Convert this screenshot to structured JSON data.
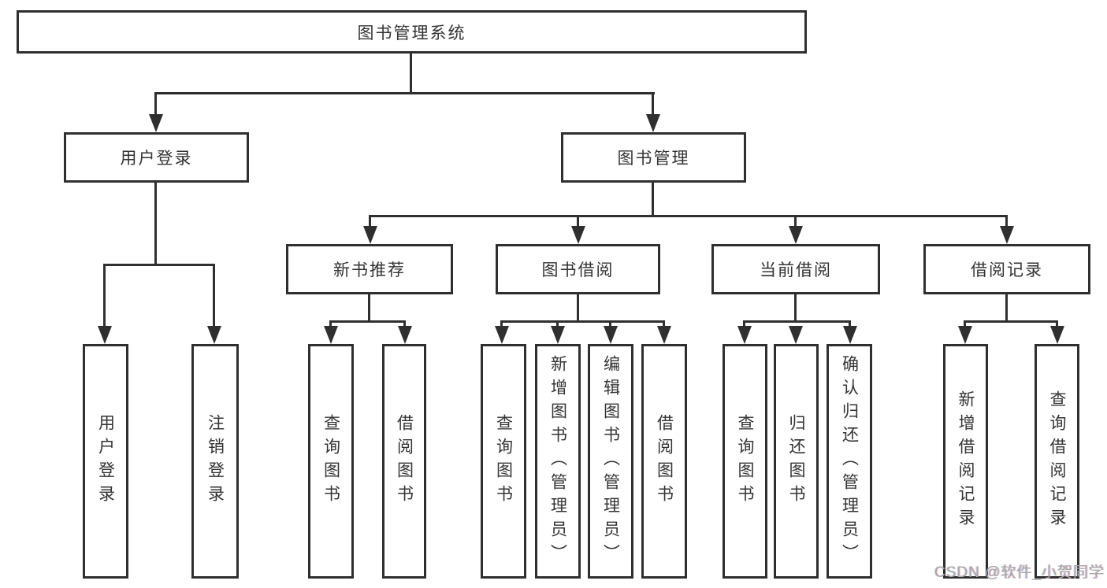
{
  "colors": {
    "line": "#2f2f2f",
    "box_border": "#2f2f2f",
    "text": "#333333",
    "background": "#ffffff",
    "watermark": "#a9a9a9"
  },
  "nodes": {
    "root": "图书管理系统",
    "level2": {
      "user_login": "用户登录",
      "book_mgmt": "图书管理"
    },
    "level3": {
      "new_book_rec": "新书推荐",
      "book_borrow": "图书借阅",
      "current_borrow": "当前借阅",
      "borrow_records": "借阅记录"
    },
    "leaves": {
      "user_login": "用户登录",
      "logout": "注销登录",
      "rec_query": "查询图书",
      "rec_borrow": "借阅图书",
      "bb_query": "查询图书",
      "bb_add": "新增图书（管理员）",
      "bb_edit": "编辑图书（管理员）",
      "bb_borrow": "借阅图书",
      "cb_query": "查询图书",
      "cb_return": "归还图书",
      "cb_confirm": "确认归还（管理员）",
      "br_add": "新增借阅记录",
      "br_query": "查询借阅记录"
    }
  },
  "watermark": "CSDN @软件_小贺同学"
}
